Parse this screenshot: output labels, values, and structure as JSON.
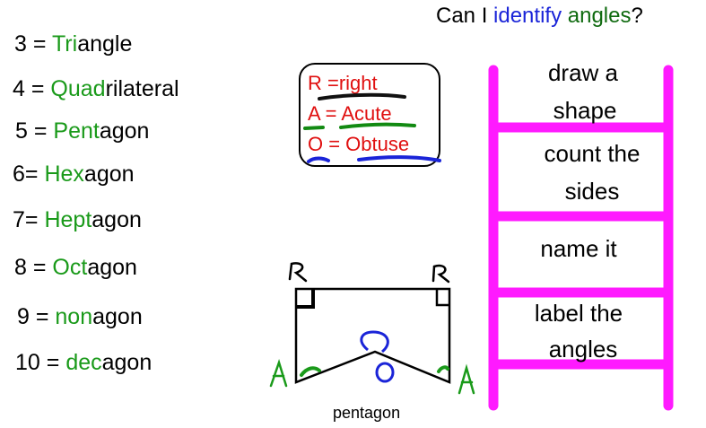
{
  "title": {
    "part1": "Can I ",
    "part2": "identify",
    "part3": " ",
    "part4": "angles",
    "part5": "?"
  },
  "polygons": [
    {
      "prefix": "3 = ",
      "root": "Tri",
      "rest": "angle"
    },
    {
      "prefix": "4 = ",
      "root": "Quad",
      "rest": "rilateral"
    },
    {
      "prefix": "5 = ",
      "root": "Pent",
      "rest": "agon"
    },
    {
      "prefix": "6= ",
      "root": "Hex",
      "rest": "agon"
    },
    {
      "prefix": "7= ",
      "root": "Hept",
      "rest": "agon"
    },
    {
      "prefix": "8 = ",
      "root": "Oct",
      "rest": "agon"
    },
    {
      "prefix": "9 = ",
      "root": "non",
      "rest": "agon"
    },
    {
      "prefix": "10 = ",
      "root": "dec",
      "rest": "agon"
    }
  ],
  "legend": {
    "right": "R =right",
    "acute": "A = Acute",
    "obtuse": "O = Obtuse"
  },
  "ladder": {
    "step1_line1": "draw a",
    "step1_line2": "shape",
    "step2_line1": "count the",
    "step2_line2": "sides",
    "step3": "name it",
    "step4_line1": "label the",
    "step4_line2": "angles"
  },
  "diagram": {
    "label_r": "R",
    "label_a": "A",
    "caption": "pentagon"
  },
  "colors": {
    "green": "#1a9a1a",
    "blue": "#1a24d8",
    "dark_green": "#0f6a0f",
    "red": "#e01010",
    "magenta": "#ff1aff"
  }
}
